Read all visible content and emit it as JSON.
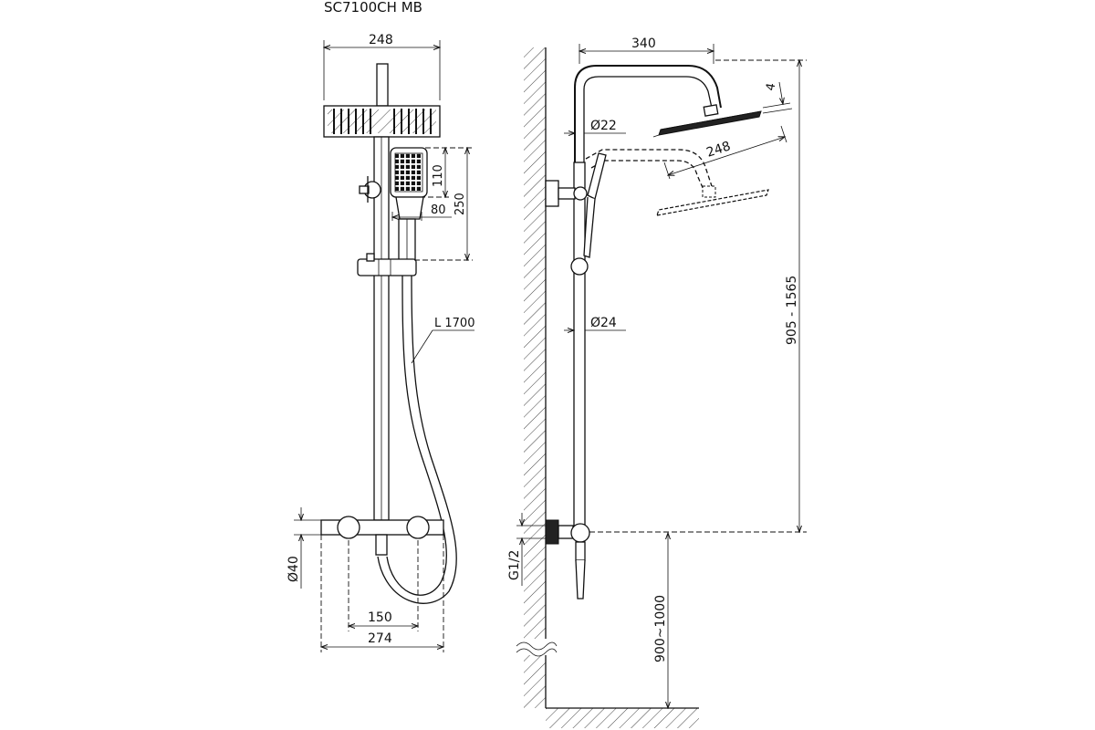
{
  "title": "SC7100CH MB",
  "front_view": {
    "dim_head_width": "248",
    "dim_hand_shower_height": "110",
    "dim_hand_shower_width": "80",
    "dim_holder_height": "250",
    "dim_hose_length": "L 1700",
    "dim_mixer_diameter": "Ø40",
    "dim_inlet_spacing": "150",
    "dim_mixer_width": "274"
  },
  "side_view": {
    "dim_arm_reach": "340",
    "dim_head_thickness": "4",
    "dim_upper_pipe": "Ø22",
    "dim_head_alt": "248",
    "dim_lower_pipe": "Ø24",
    "dim_height_range": "905 - 1565",
    "dim_thread": "G1/2",
    "dim_floor_height": "900~1000"
  },
  "colors": {
    "line": "#111111",
    "background": "#ffffff"
  }
}
